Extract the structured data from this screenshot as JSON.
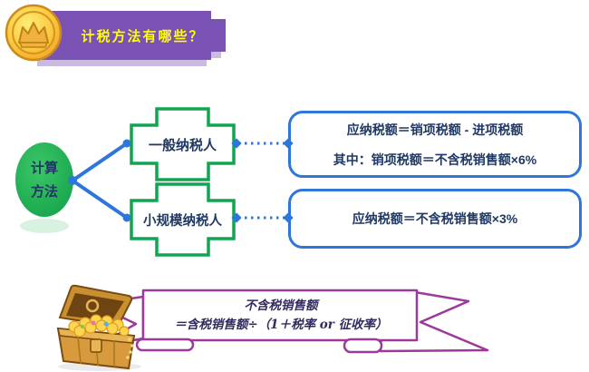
{
  "slide": {
    "title": "计税方法有哪些？"
  },
  "mindmap": {
    "root": {
      "line1": "计算",
      "line2": "方法"
    },
    "branches": [
      {
        "label": "一般纳税人",
        "formula_lines": [
          "应纳税额＝销项税额 - 进项税额",
          "其中：销项税额＝不含税销售额×6%"
        ]
      },
      {
        "label": "小规模纳税人",
        "formula_lines": [
          "应纳税额＝不含税销售额×3%"
        ]
      }
    ]
  },
  "ribbon_note": {
    "line1": "不含税销售额",
    "line2": "＝含税销售额÷（1＋税率 or 征收率）"
  },
  "icons": {
    "badge": "coin-medal-icon",
    "decoration": "treasure-chest-icon"
  },
  "colors": {
    "banner_purple": "#7A52B3",
    "title_yellow": "#FFFF00",
    "node_green": "#12A551",
    "connector_blue": "#2E76D9",
    "text_navy": "#1F3864",
    "ribbon_magenta": "#9C3A9B",
    "coin_gold": "#F2A92F"
  }
}
